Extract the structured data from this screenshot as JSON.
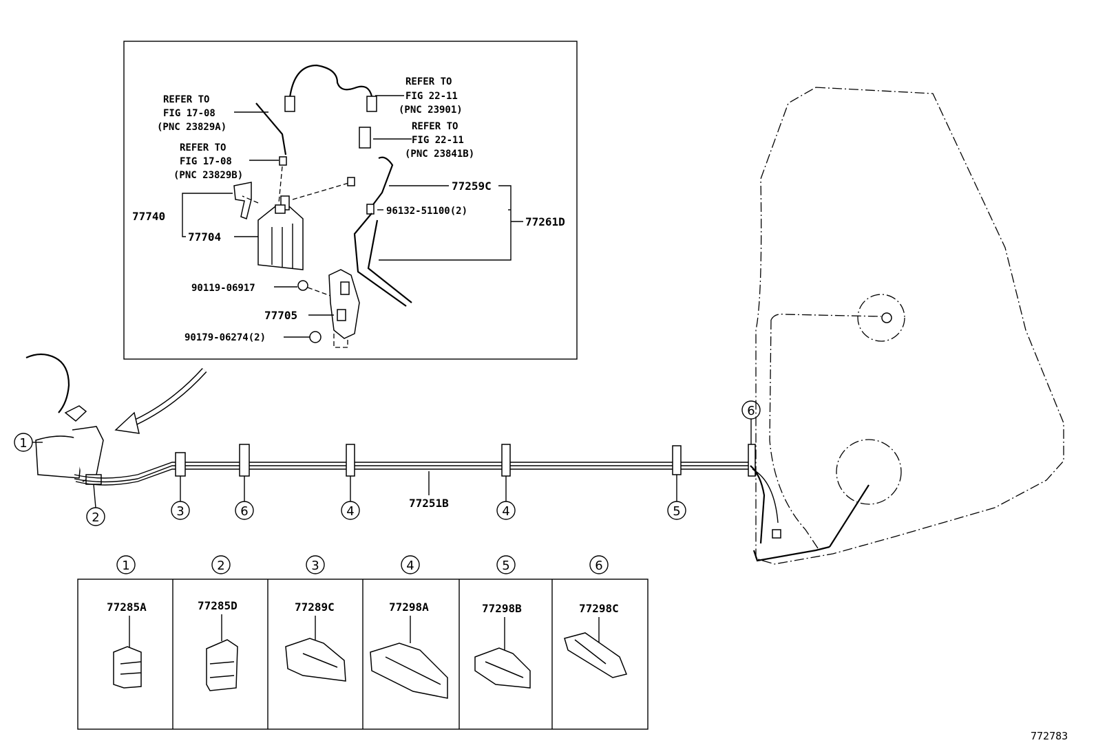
{
  "inset": {
    "refs": [
      {
        "line1": "REFER TO",
        "line2": "FIG 17-08",
        "line3": "(PNC 23829A)"
      },
      {
        "line1": "REFER TO",
        "line2": "FIG 17-08",
        "line3": "(PNC 23829B)"
      },
      {
        "line1": "REFER TO",
        "line2": "FIG 22-11",
        "line3": "(PNC 23901)"
      },
      {
        "line1": "REFER TO",
        "line2": "FIG 22-11",
        "line3": "(PNC 23841B)"
      }
    ],
    "parts": {
      "p77740": "77740",
      "p77704": "77704",
      "p77259c": "77259C",
      "p96132": "96132-51100(2)",
      "p77261d": "77261D",
      "p90119": "90119-06917",
      "p77705": "77705",
      "p90179": "90179-06274(2)"
    }
  },
  "main": {
    "pipe_label": "77251B",
    "callouts": [
      "1",
      "2",
      "3",
      "6",
      "4",
      "4",
      "5",
      "6"
    ]
  },
  "legend": {
    "cells": [
      {
        "num": "1",
        "part": "77285A"
      },
      {
        "num": "2",
        "part": "77285D"
      },
      {
        "num": "3",
        "part": "77289C"
      },
      {
        "num": "4",
        "part": "77298A"
      },
      {
        "num": "5",
        "part": "77298B"
      },
      {
        "num": "6",
        "part": "77298C"
      }
    ]
  },
  "figure_id": "772783"
}
